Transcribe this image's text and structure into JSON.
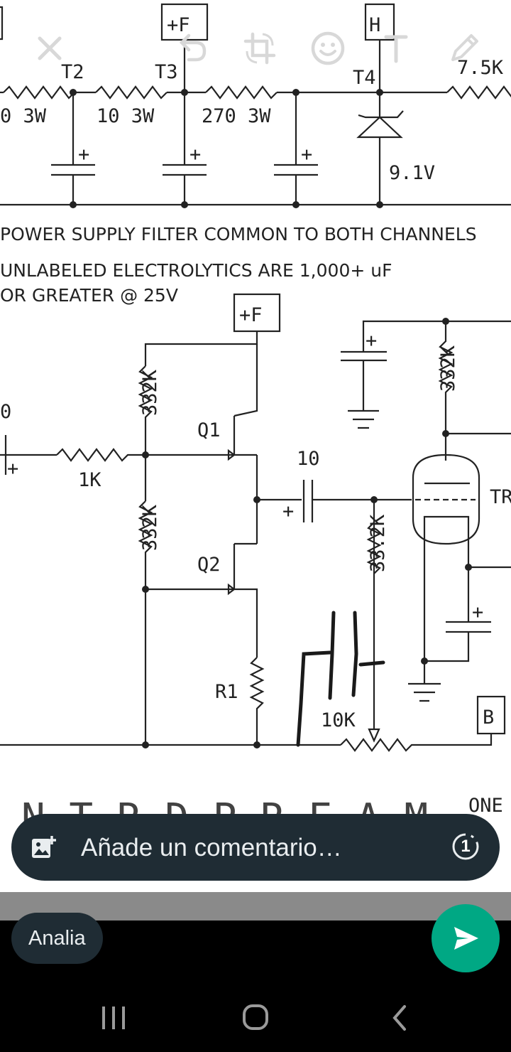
{
  "toolbar": {
    "icons": [
      "close-icon",
      "undo-icon",
      "crop-rotate-icon",
      "sticker-emoji-icon",
      "text-icon",
      "draw-pen-icon"
    ]
  },
  "schematic": {
    "top": {
      "labels": {
        "f_box": "+F",
        "h_box": "H",
        "t2": "T2",
        "t3": "T3",
        "t4": "T4",
        "r_left": "0 3W",
        "r_10": "10 3W",
        "r_270": "270 3W",
        "r_7k5": "7.5K",
        "zener": "9.1V",
        "plus": "+"
      }
    },
    "notes": {
      "line1": "POWER SUPPLY FILTER COMMON TO BOTH CHANNELS",
      "line2": "UNLABELED ELECTROLYTICS ARE 1,000+ uF",
      "line3": "OR GREATER @ 25V"
    },
    "bottom": {
      "labels": {
        "f_box": "+F",
        "r_332k_top": "332K",
        "r_332k_bottom": "332K",
        "r_332k_right": "332K",
        "r_1k": "1K",
        "q1": "Q1",
        "q2": "Q2",
        "r1": "R1",
        "cap_10": "10",
        "r_33k2": "33.2K",
        "pot_10k": "10K",
        "b_box": "B",
        "tube": "TR",
        "zero": "0",
        "plus": "+",
        "one": "ONE"
      }
    }
  },
  "comment": {
    "placeholder": "Añade un comentario…",
    "view_once": "1"
  },
  "recipient": {
    "name": "Analia"
  },
  "colors": {
    "bar_bg": "#1f2c34",
    "accent": "#00a884",
    "text": "#e9edef"
  },
  "nav": {
    "icons": [
      "recents-icon",
      "home-icon",
      "back-icon"
    ]
  }
}
